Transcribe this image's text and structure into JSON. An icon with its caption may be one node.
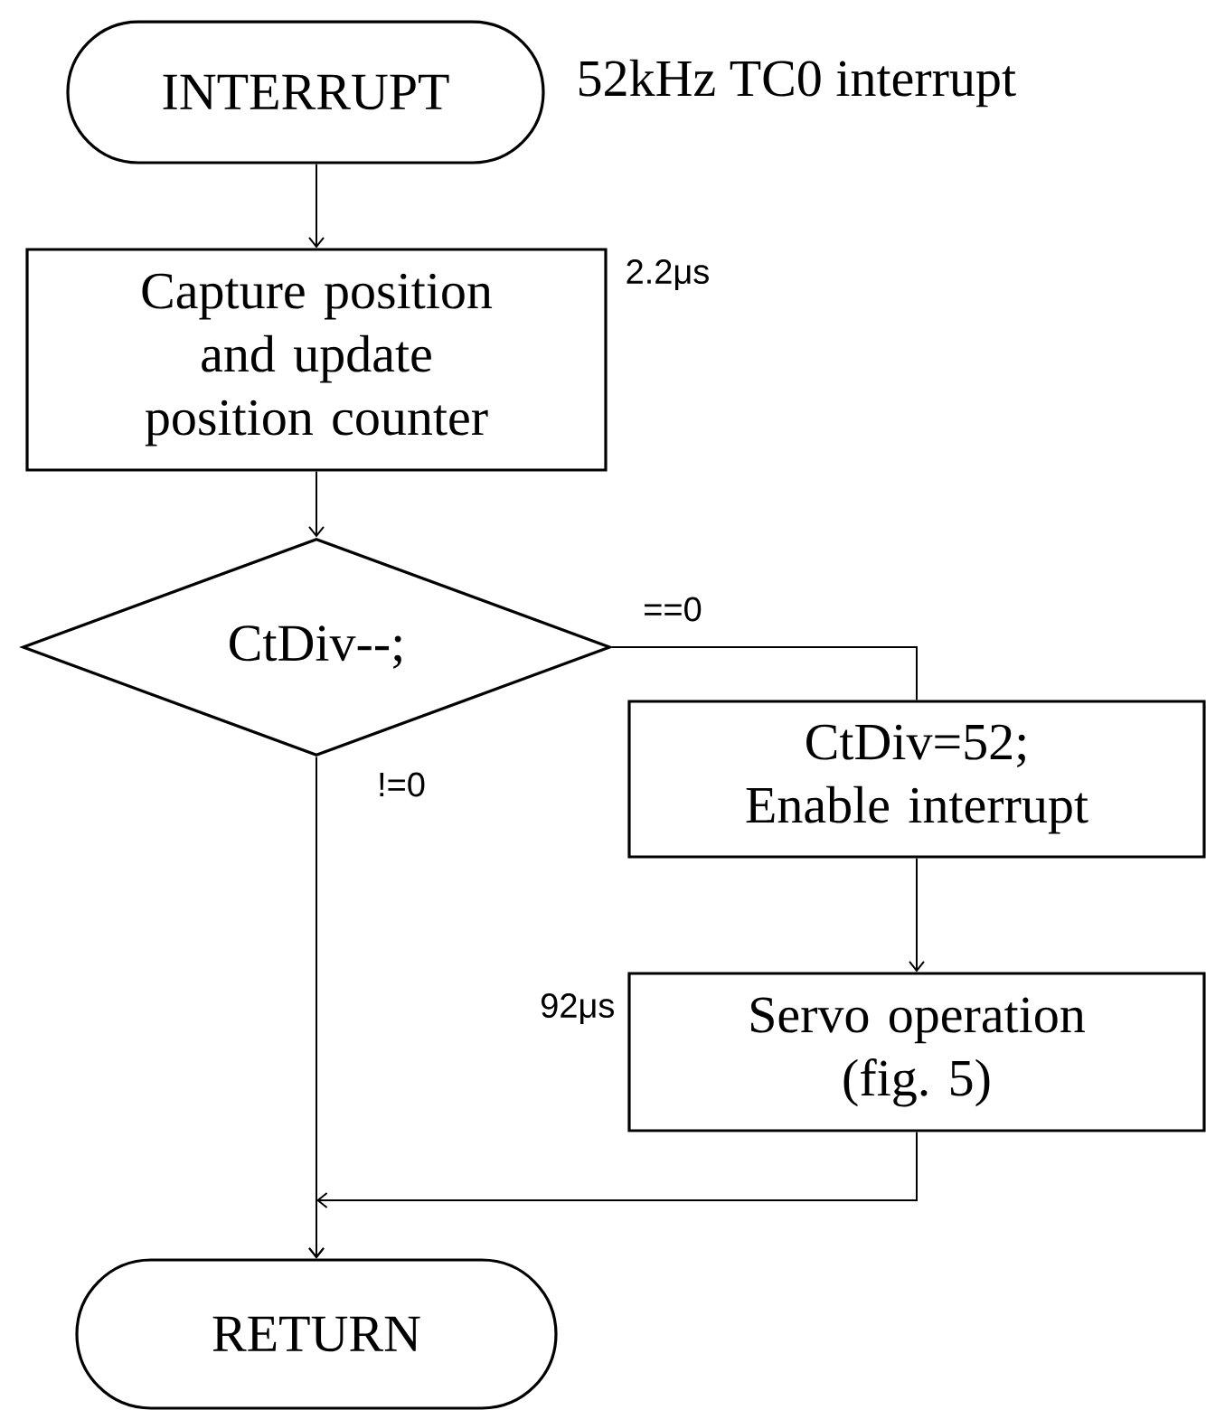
{
  "diagram": {
    "nodes": [
      {
        "text": [
          "INTERRUPT"
        ],
        "beside": [
          "52kHz TC0 interrupt"
        ]
      },
      {
        "text": [
          "Capture position and update position counter"
        ],
        "beside": [
          "2.2μs"
        ]
      },
      {
        "text": [
          "CtDiv--;"
        ]
      },
      {
        "text": [
          "CtDiv=52; Enable interrupt"
        ]
      },
      {
        "text": [
          "Servo operation (fig. 5)"
        ],
        "beside": [
          "92μs"
        ]
      },
      {
        "text": [
          "RETURN"
        ]
      }
    ],
    "edges": [
      {
        "from": 0,
        "to": 1,
        "arrow": "to"
      },
      {
        "from": 1,
        "to": 2,
        "arrow": "to"
      },
      {
        "from": 2,
        "to": 3,
        "arrow": "none",
        "label": "==0"
      },
      {
        "from": 3,
        "to": 4,
        "arrow": "to"
      },
      {
        "from": 2,
        "to": 5,
        "arrow": "to",
        "label": "!=0"
      },
      {
        "from": 4,
        "to": 5,
        "arrow": "to"
      }
    ]
  }
}
